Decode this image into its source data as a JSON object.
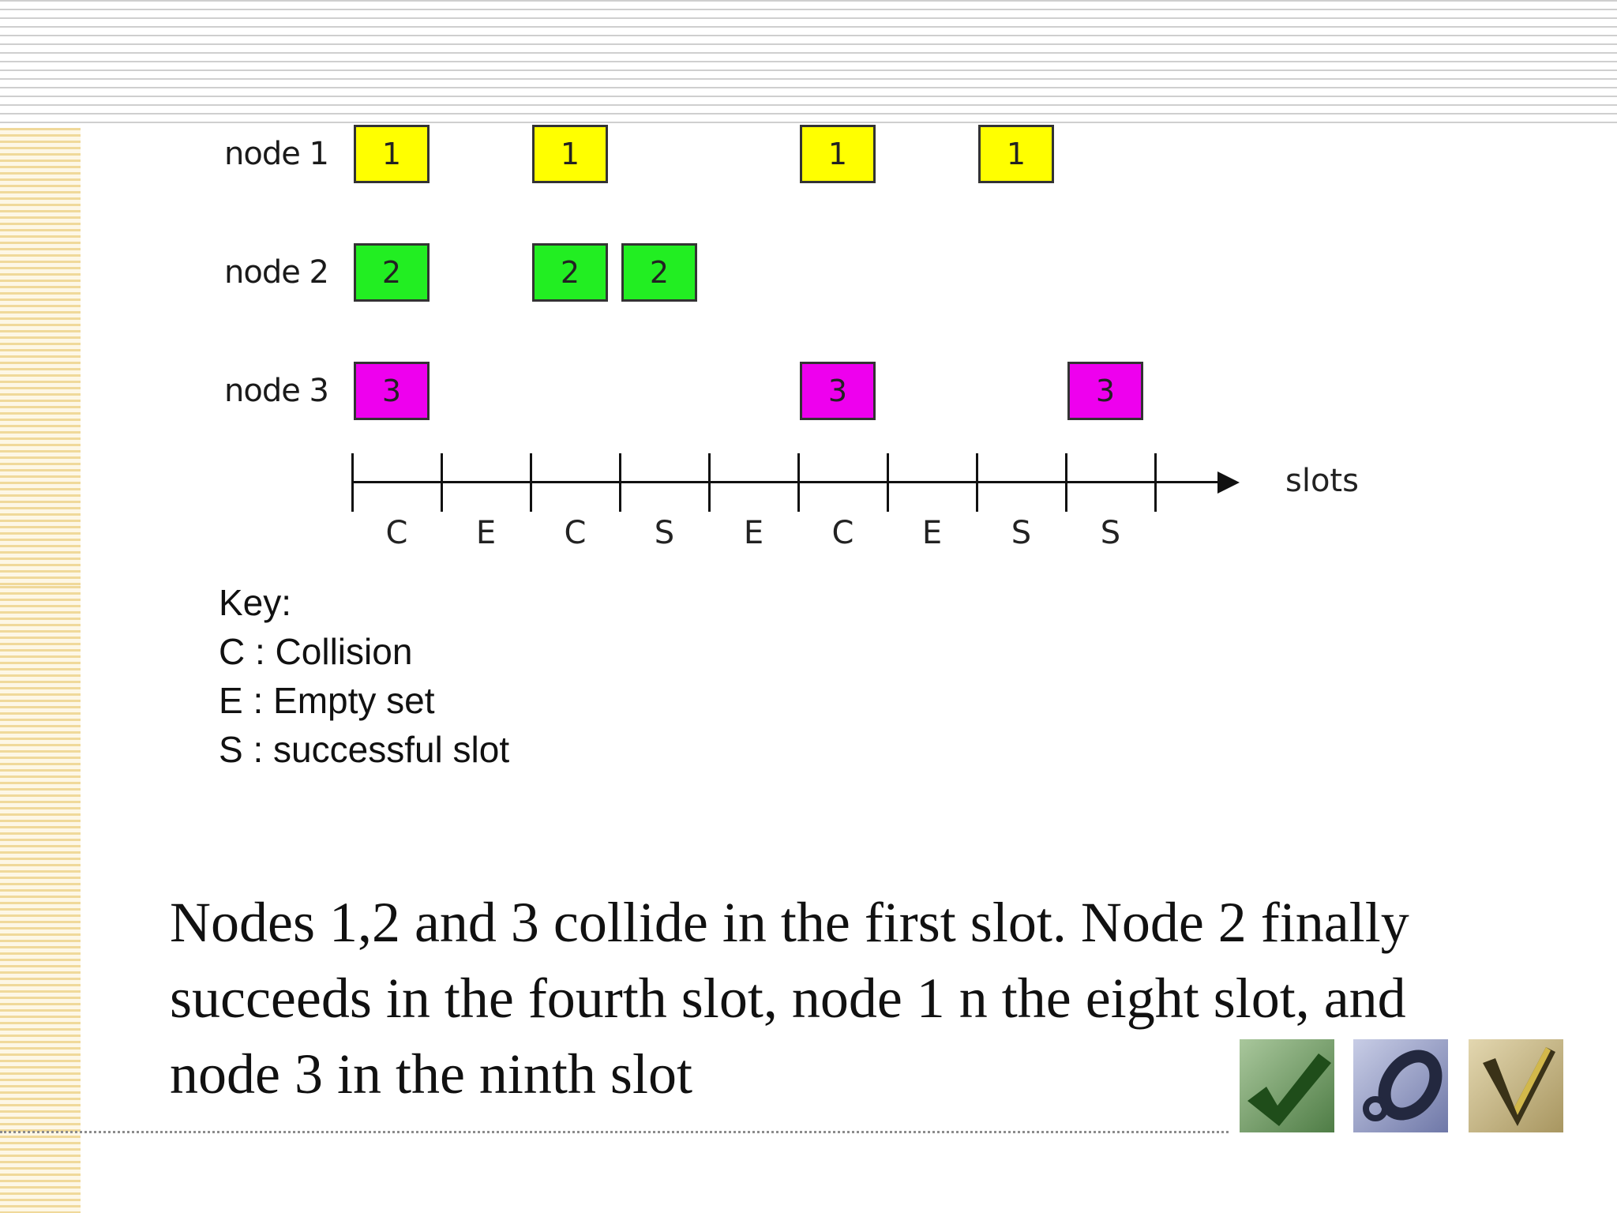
{
  "diagram": {
    "nodes": [
      {
        "label": "node 1",
        "box_text": "1",
        "color": "#ffff00",
        "slots": [
          1,
          3,
          6,
          8
        ]
      },
      {
        "label": "node 2",
        "box_text": "2",
        "color": "#22ee22",
        "slots": [
          1,
          3,
          4
        ]
      },
      {
        "label": "node 3",
        "box_text": "3",
        "color": "#ee00ee",
        "slots": [
          1,
          6,
          9
        ]
      }
    ],
    "slot_results": [
      "C",
      "E",
      "C",
      "S",
      "E",
      "C",
      "E",
      "S",
      "S"
    ],
    "axis_label": "slots"
  },
  "key": {
    "title": "Key:",
    "items": [
      "C : Collision",
      "E : Empty set",
      "S : successful slot"
    ]
  },
  "caption": {
    "lines": [
      "Nodes 1,2 and 3 collide in the first slot. Node 2 finally",
      "succeeds in the fourth slot, node 1 n the eight slot, and",
      "node 3 in the ninth slot"
    ]
  },
  "decorations": {
    "tiles": [
      {
        "name": "green-check-tile-icon",
        "bg": "#7fa870"
      },
      {
        "name": "blue-ring-tile-icon",
        "bg": "#9aa2c8"
      },
      {
        "name": "gold-check-tile-icon",
        "bg": "#c9b98a"
      }
    ]
  }
}
